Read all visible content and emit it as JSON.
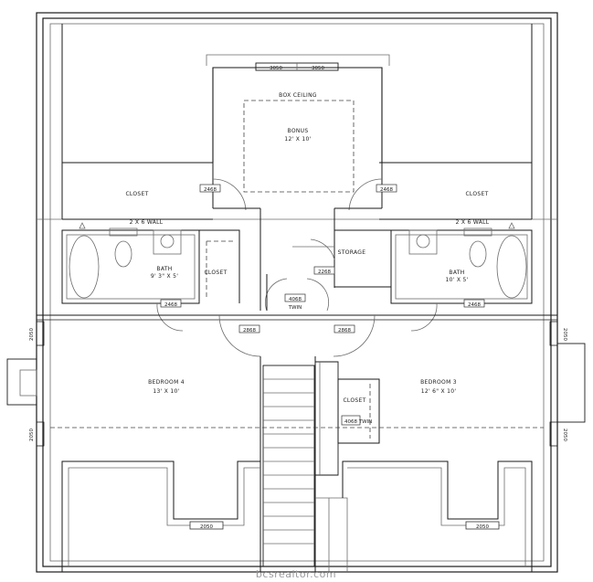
{
  "watermark": "bcsrealtor.com",
  "rooms": {
    "box_ceiling": "BOX CEILING",
    "bonus_name": "BONUS",
    "bonus_size": "12' X 10'",
    "closet_left": "CLOSET",
    "closet_right": "CLOSET",
    "wall_left": "2 X 6 WALL",
    "wall_right": "2 X 6 WALL",
    "bath_left_name": "BATH",
    "bath_left_size": "9' 3\" X 5'",
    "bath_right_name": "BATH",
    "bath_right_size": "10' X 5'",
    "closet_bath": "CLOSET",
    "storage": "STORAGE",
    "bedroom4_name": "BEDROOM 4",
    "bedroom4_size": "13' X 10'",
    "bedroom3_name": "BEDROOM 3",
    "bedroom3_size": "12' 6\" X 10'",
    "closet_stair": "CLOSET",
    "twin_label": "TWIN"
  },
  "tags": {
    "window_top_left": "3050",
    "window_top_right": "3050",
    "door_closet_left": "2468",
    "door_closet_right": "2468",
    "door_bath_left": "2468",
    "door_bath_right": "2468",
    "door_storage": "2268",
    "twin_door": "4068",
    "door_hall_left": "2868",
    "door_hall_right": "2868",
    "window_side_left_upper": "2050",
    "window_side_left_lower": "2050",
    "window_side_right_upper": "2050",
    "window_side_right_lower": "2050",
    "window_bottom_left": "2050",
    "window_bottom_right": "2050",
    "twin_door_stair": "4068"
  }
}
